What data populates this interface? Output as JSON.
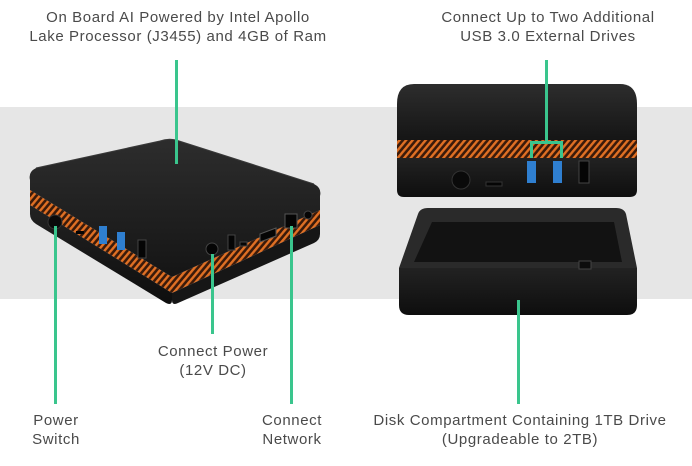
{
  "callouts": {
    "processor": {
      "line1": "On Board AI Powered by Intel Apollo",
      "line2": "Lake Processor (J3455) and 4GB of Ram"
    },
    "usb": {
      "line1": "Connect Up to Two Additional",
      "line2": "USB 3.0 External Drives"
    },
    "power": {
      "line1": "Connect Power",
      "line2": "(12V DC)"
    },
    "switch": {
      "line1": "Power",
      "line2": "Switch"
    },
    "network": {
      "line1": "Connect",
      "line2": "Network"
    },
    "disk": {
      "line1": "Disk Compartment Containing 1TB Drive",
      "line2": "(Upgradeable to 2TB)"
    }
  },
  "colors": {
    "accent_line": "#3ac58d",
    "band": "#e6e6e6",
    "device_body": "#1c1c1c",
    "vent_glow": "#d9691f",
    "usb3_port": "#2f7fd0"
  },
  "icons": [
    "power-button-icon",
    "usb3-port-icon",
    "hdmi-port-icon",
    "ethernet-port-icon",
    "dc-jack-icon"
  ]
}
